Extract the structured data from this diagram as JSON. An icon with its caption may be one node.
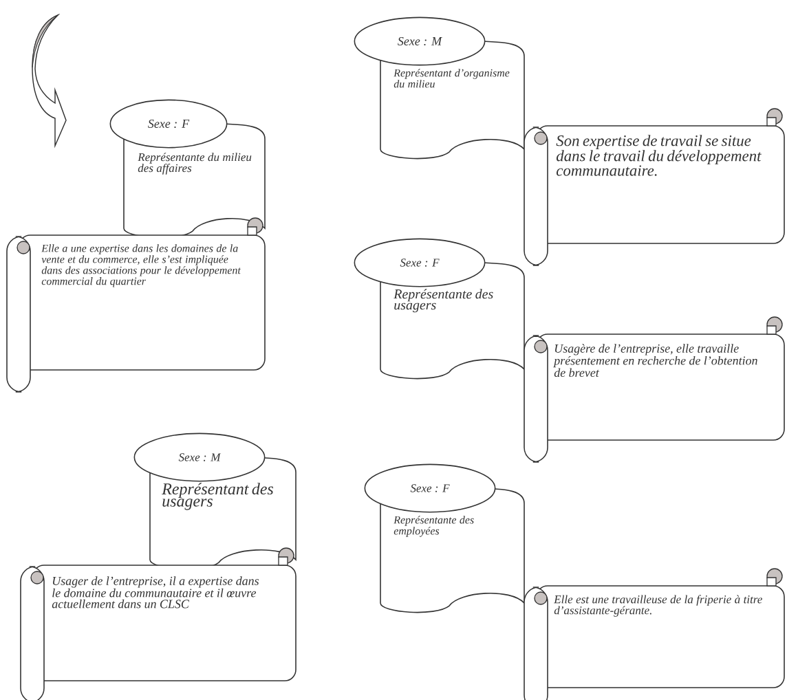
{
  "diagram": {
    "nodes": [
      {
        "text": [
          "Sexe : M"
        ]
      },
      {
        "text": [
          "Représentant d’organisme du milieu"
        ]
      },
      {
        "text": [
          "Son expertise de travail se situe dans le travail du développement communautaire."
        ]
      },
      {
        "text": [
          "Sexe : F"
        ]
      },
      {
        "text": [
          "Représentante du milieu des affaires"
        ]
      },
      {
        "text": [
          "Elle a une expertise dans les domaines de la vente et du commerce, elle s’est impliquée dans des associations pour le développement commercial du quartier"
        ]
      },
      {
        "text": [
          "Sexe : F"
        ]
      },
      {
        "text": [
          "Représentante des usagers"
        ]
      },
      {
        "text": [
          "Usagère de l’entreprise, elle travaille présentement en recherche de l’obtention de brevet"
        ]
      },
      {
        "text": [
          "Sexe : M"
        ]
      },
      {
        "text": [
          "Représentant des usagers"
        ]
      },
      {
        "text": [
          "Usager de l’entreprise, il a expertise dans le domaine du communautaire et il œuvre actuellement dans un CLSC"
        ]
      },
      {
        "text": [
          "Sexe : F"
        ]
      },
      {
        "text": [
          "Représentante des employées"
        ]
      },
      {
        "text": [
          "Elle est une travailleuse de la friperie à titre d’assistante-gérante."
        ]
      }
    ]
  }
}
